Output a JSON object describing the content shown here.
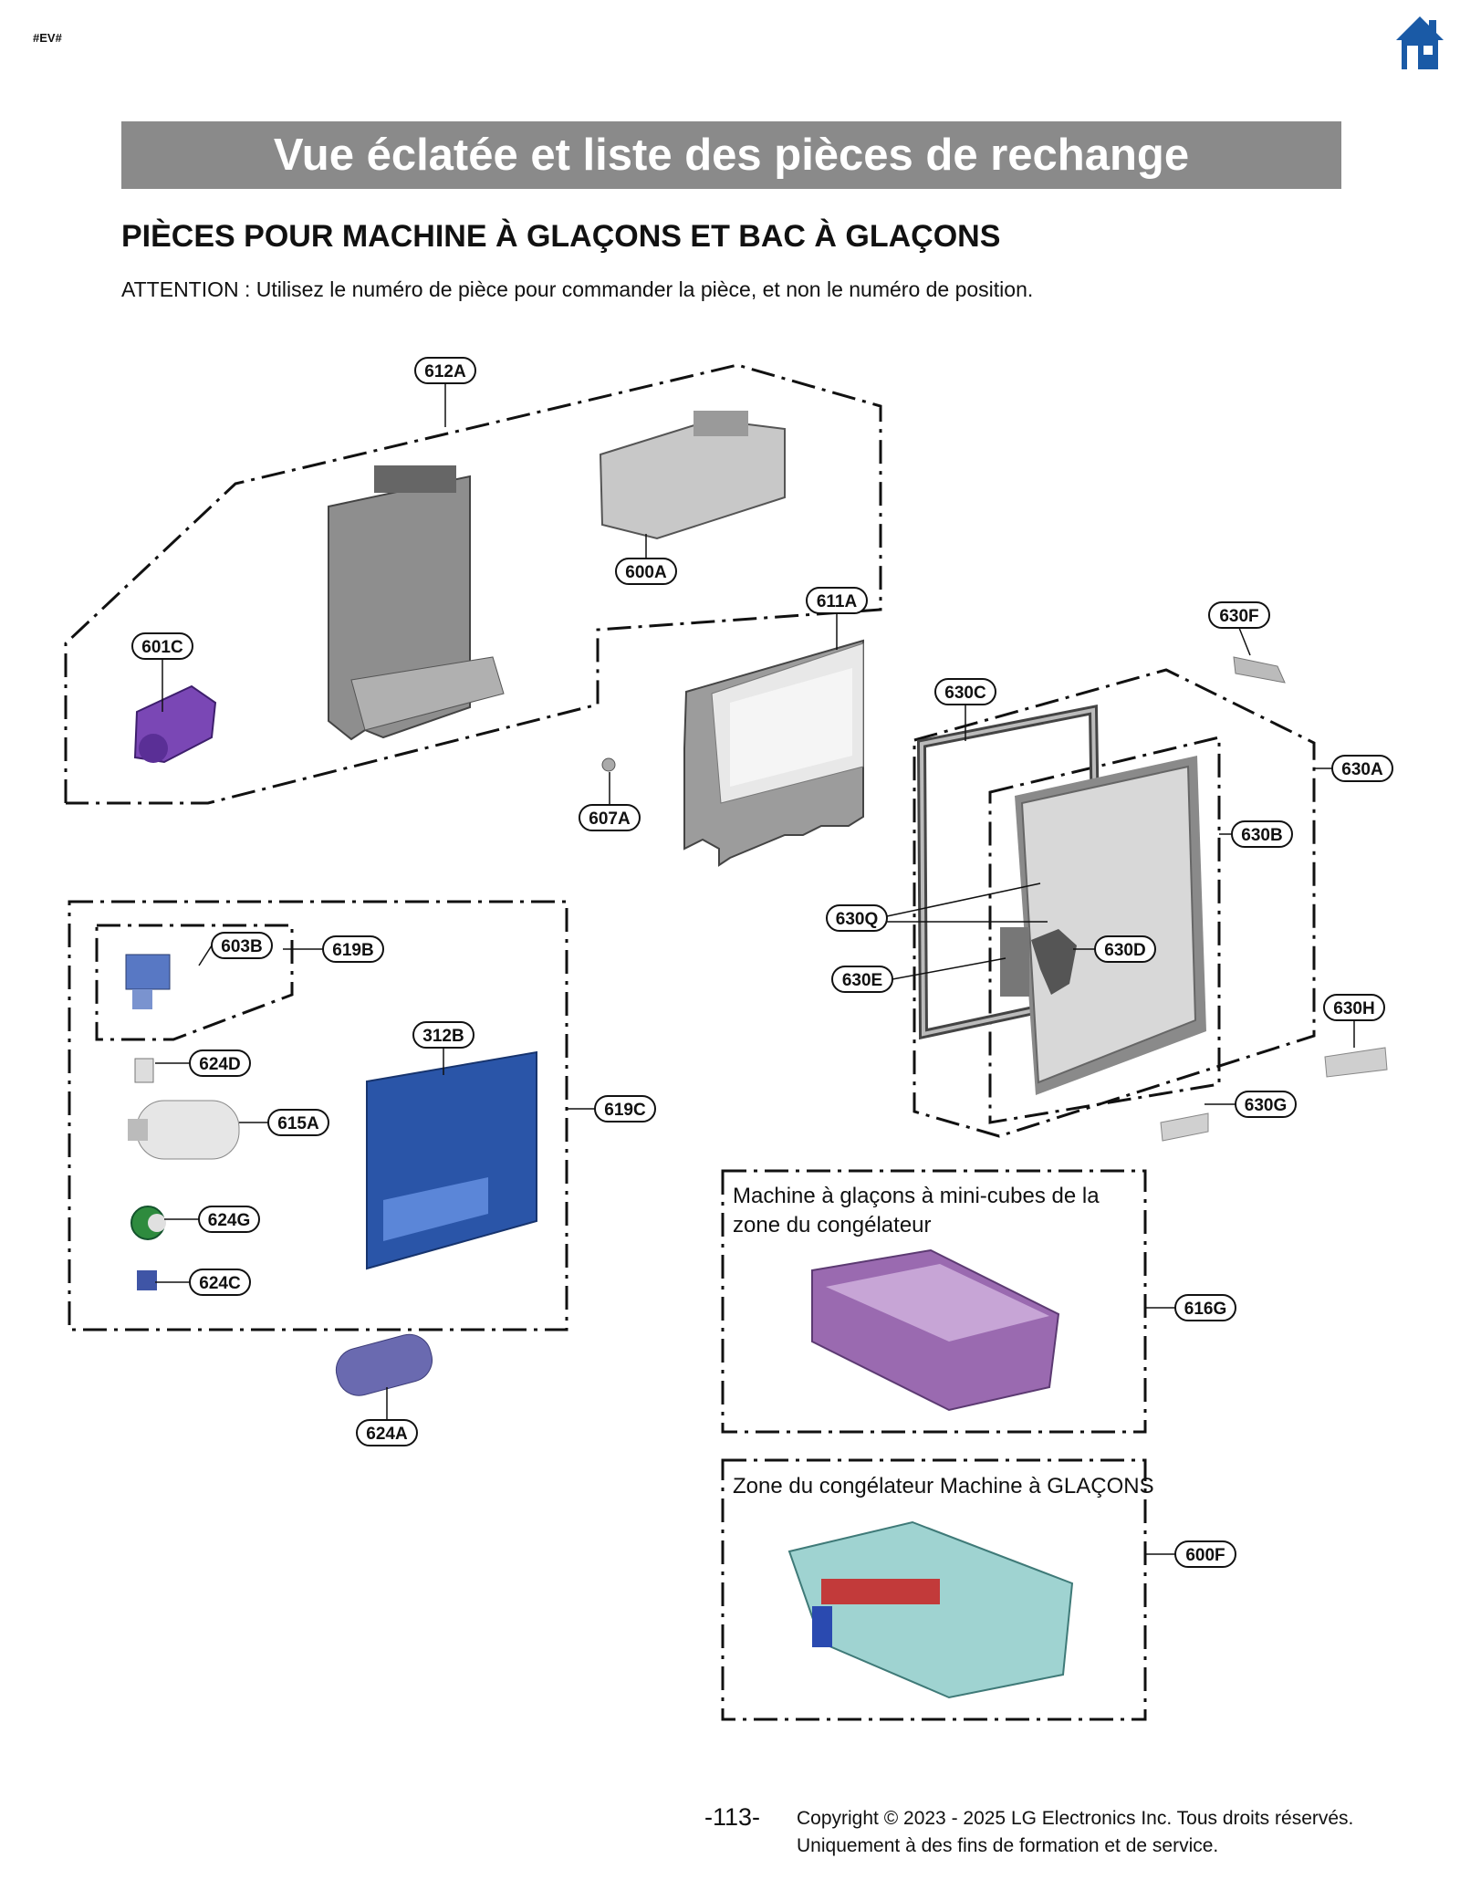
{
  "header": {
    "tag": "#EV#",
    "home_icon": "home-icon",
    "title": "Vue éclatée et liste des pièces de rechange",
    "subtitle": "PIÈCES POUR MACHINE À GLAÇONS ET BAC À GLAÇONS",
    "attention": "ATTENTION : Utilisez le numéro de pièce pour commander la pièce, et non le numéro de position."
  },
  "colors": {
    "banner": "#8a8a8a",
    "icon_blue": "#1a5aa6",
    "panel_blue": "#2a55a8",
    "purple": "#9a6ab0",
    "teal": "#9fd3d1"
  },
  "callouts": {
    "c612A": "612A",
    "c600A": "600A",
    "c601C": "601C",
    "c611A": "611A",
    "c607A": "607A",
    "c630F": "630F",
    "c630C": "630C",
    "c630A": "630A",
    "c630B": "630B",
    "c630Q": "630Q",
    "c630D": "630D",
    "c630E": "630E",
    "c630H": "630H",
    "c630G": "630G",
    "c603B": "603B",
    "c619B": "619B",
    "c312B": "312B",
    "c624D": "624D",
    "c615A": "615A",
    "c619C": "619C",
    "c624G": "624G",
    "c624C": "624C",
    "c624A": "624A",
    "c616G": "616G",
    "c600F": "600F"
  },
  "boxes": {
    "mini_cubes_line1": "Machine à glaçons à mini-cubes de la",
    "mini_cubes_line2": "zone du congélateur",
    "freezer_ice": "Zone du congélateur Machine à GLAÇONS"
  },
  "footer": {
    "page_number": "-113-",
    "copyright_line1": "Copyright © 2023 - 2025 LG Electronics Inc. Tous droits réservés.",
    "copyright_line2": "Uniquement à des fins de formation et de service."
  }
}
